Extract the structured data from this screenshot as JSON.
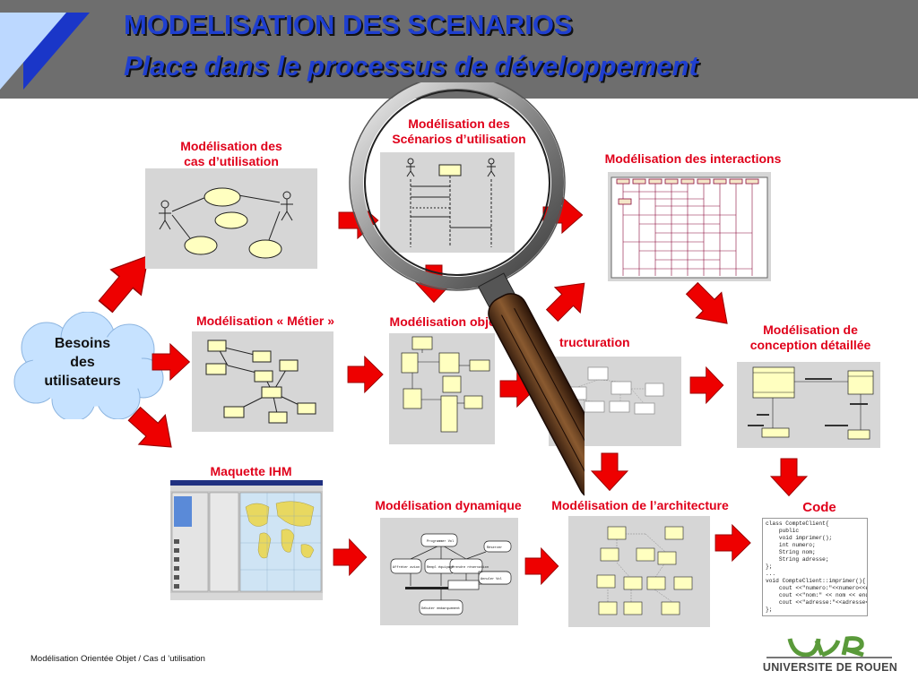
{
  "header": {
    "title_line1": "MODELISATION DES SCENARIOS",
    "title_line2": "Place dans le processus de développement",
    "bg_color": "#6e6e6e",
    "title_color": "#1f3fcf"
  },
  "cloud": {
    "line1": "Besoins",
    "line2": "des",
    "line3": "utilisateurs",
    "color": "#c6e2ff"
  },
  "nodes": {
    "cas_line1": "Modélisation des",
    "cas_line2": "cas d’utilisation",
    "scen_line1": "Modélisation des",
    "scen_line2": "Scénarios d’utilisation",
    "interactions": "Modélisation des interactions",
    "metier": "Modélisation « Métier »",
    "objet": "Modélisation objet",
    "structuration": "tructuration",
    "conception_line1": "Modélisation de",
    "conception_line2": "conception détaillée",
    "ihm": "Maquette IHM",
    "dynamique": "Modélisation dynamique",
    "architecture": "Modélisation de l’architecture",
    "code": "Code"
  },
  "code_lines": [
    "class CompteClient{",
    "    public",
    "    void imprimer();",
    "    int numero;",
    "    String nom;",
    "    String adresse;",
    "};",
    "...",
    "void CompteClient::imprimer(){",
    "    cout <<\"numero:\"<<numero<<endl;",
    "    cout <<\"nom:\" << nom << endl;",
    "    cout <<\"adresse:\"<<adresse<<endl;",
    "};"
  ],
  "dyn_states": {
    "s1": "Programmer Vol",
    "s2": "Réserver",
    "s3": "Affréter avion",
    "s4": "Rempl équipage",
    "s5": "Prendre réservation",
    "s6": "Débuter embarquement",
    "s7": "Annuler Vol"
  },
  "footer": "Modélisation Orientée Objet / Cas d ’utilisation",
  "logo": {
    "text": "UNIVERSITE DE ROUEN"
  },
  "colors": {
    "arrow": "#ee0000",
    "label": "#e0001a",
    "panel": "#d6d6d6",
    "logo_green": "#5a9a3a"
  }
}
